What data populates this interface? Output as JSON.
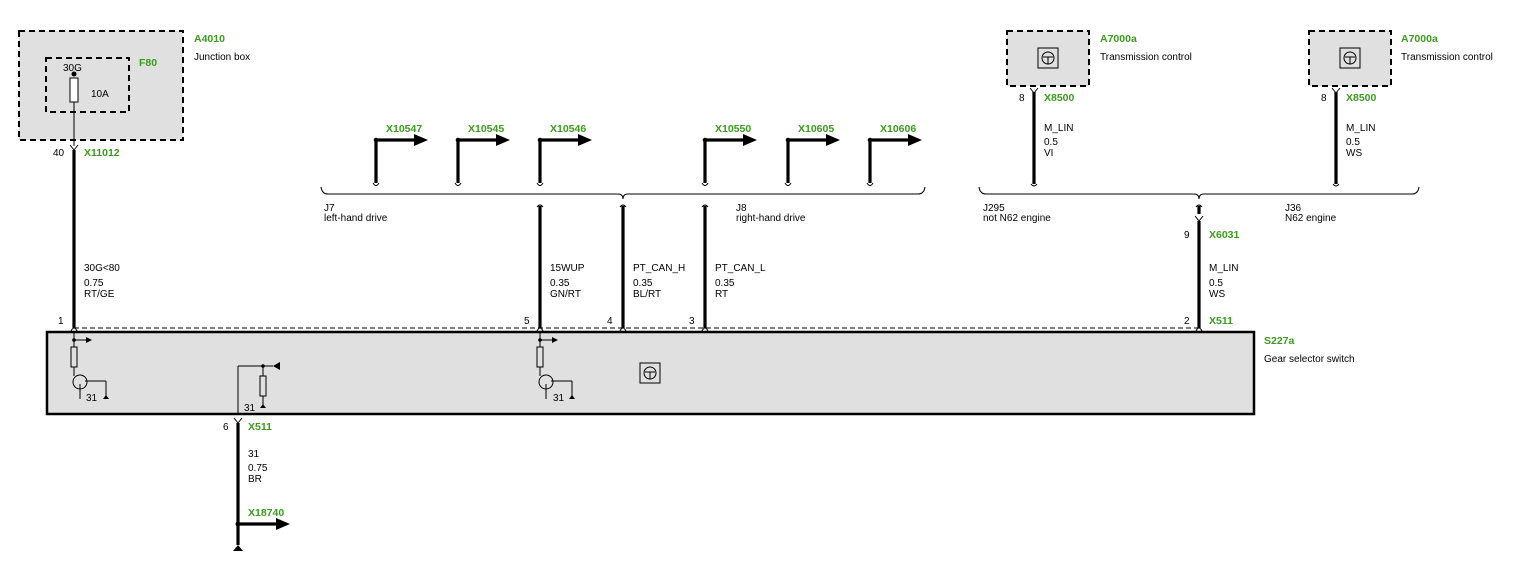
{
  "colors": {
    "component_id": "#3c9a1e",
    "box_fill": "#e0e0e0",
    "wire": "#000000"
  },
  "junction_box": {
    "id": "A4010",
    "name": "Junction box",
    "fuse": {
      "id": "F80",
      "terminal": "30G",
      "rating": "10A"
    },
    "pin": "40",
    "connector": "X11012"
  },
  "wire_30g": {
    "signal": "30G<80",
    "gauge": "0.75",
    "color": "RT/GE",
    "pin": "1"
  },
  "connector_arrows_j7": [
    {
      "id": "X10547"
    },
    {
      "id": "X10545"
    },
    {
      "id": "X10546"
    }
  ],
  "connector_arrows_j8": [
    {
      "id": "X10550"
    },
    {
      "id": "X10605"
    },
    {
      "id": "X10606"
    }
  ],
  "variants": {
    "j7": {
      "code": "J7",
      "text": "left-hand drive"
    },
    "j8": {
      "code": "J8",
      "text": "right-hand drive"
    },
    "j295": {
      "code": "J295",
      "text": "not N62 engine"
    },
    "j36": {
      "code": "J36",
      "text": "N62 engine"
    }
  },
  "wires_mid": [
    {
      "signal": "15WUP",
      "gauge": "0.35",
      "color": "GN/RT",
      "pin": "5"
    },
    {
      "signal": "PT_CAN_H",
      "gauge": "0.35",
      "color": "BL/RT",
      "pin": "4"
    },
    {
      "signal": "PT_CAN_L",
      "gauge": "0.35",
      "color": "RT",
      "pin": "3"
    }
  ],
  "transmission_controls": [
    {
      "id": "A7000a",
      "name": "Transmission control",
      "pin": "8",
      "connector": "X8500",
      "signal": "M_LIN",
      "gauge": "0.5",
      "color": "VI"
    },
    {
      "id": "A7000a",
      "name": "Transmission control",
      "pin": "8",
      "connector": "X8500",
      "signal": "M_LIN",
      "gauge": "0.5",
      "color": "WS"
    }
  ],
  "wire_mlin_main": {
    "pin_top": "9",
    "connector_top": "X6031",
    "signal": "M_LIN",
    "gauge": "0.5",
    "color": "WS",
    "pin_bottom": "2",
    "connector_bottom": "X511"
  },
  "gear_selector": {
    "id": "S227a",
    "name": "Gear selector switch",
    "ground_label": "31"
  },
  "wire_ground": {
    "pin": "6",
    "connector": "X511",
    "signal": "31",
    "gauge": "0.75",
    "color": "BR",
    "arrow_connector": "X18740"
  }
}
